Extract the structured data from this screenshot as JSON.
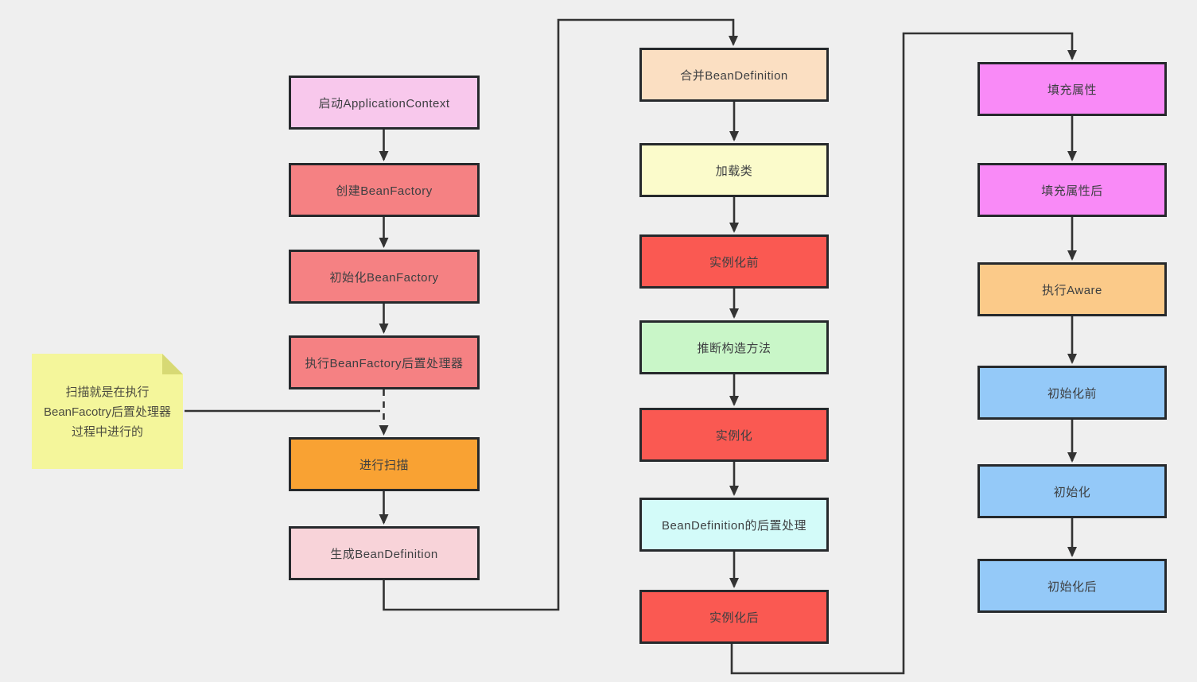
{
  "colors": {
    "background": "#efefef",
    "line": "#333333",
    "border": "#26292c"
  },
  "columns": {
    "left": {
      "nodes": [
        {
          "label": "启动ApplicationContext",
          "fill": "#f8c8ec"
        },
        {
          "label": "创建BeanFactory",
          "fill": "#f58183"
        },
        {
          "label": "初始化BeanFactory",
          "fill": "#f58183"
        },
        {
          "label": "执行BeanFactory后置处理器",
          "fill": "#f58183"
        },
        {
          "label": "进行扫描",
          "fill": "#f9a233"
        },
        {
          "label": "生成BeanDefinition",
          "fill": "#f8d3d9"
        }
      ]
    },
    "middle": {
      "nodes": [
        {
          "label": "合并BeanDefinition",
          "fill": "#fbdfc2"
        },
        {
          "label": "加载类",
          "fill": "#fbfbcb"
        },
        {
          "label": "实例化前",
          "fill": "#fa5952"
        },
        {
          "label": "推断构造方法",
          "fill": "#c9f6c8"
        },
        {
          "label": "实例化",
          "fill": "#fa5952"
        },
        {
          "label": "BeanDefinition的后置处理",
          "fill": "#d3fbf9"
        },
        {
          "label": "实例化后",
          "fill": "#fa5952"
        }
      ]
    },
    "right": {
      "nodes": [
        {
          "label": "填充属性",
          "fill": "#f98af7"
        },
        {
          "label": "填充属性后",
          "fill": "#f98af7"
        },
        {
          "label": "执行Aware",
          "fill": "#fbca89"
        },
        {
          "label": "初始化前",
          "fill": "#94c9f8"
        },
        {
          "label": "初始化",
          "fill": "#94c9f8"
        },
        {
          "label": "初始化后",
          "fill": "#94c9f8"
        }
      ]
    }
  },
  "note": {
    "fill": "#f4f69b",
    "fold_fill": "#d7d974",
    "lines": [
      "扫描就是在执行",
      "BeanFacotry后置处理器",
      "过程中进行的"
    ]
  }
}
